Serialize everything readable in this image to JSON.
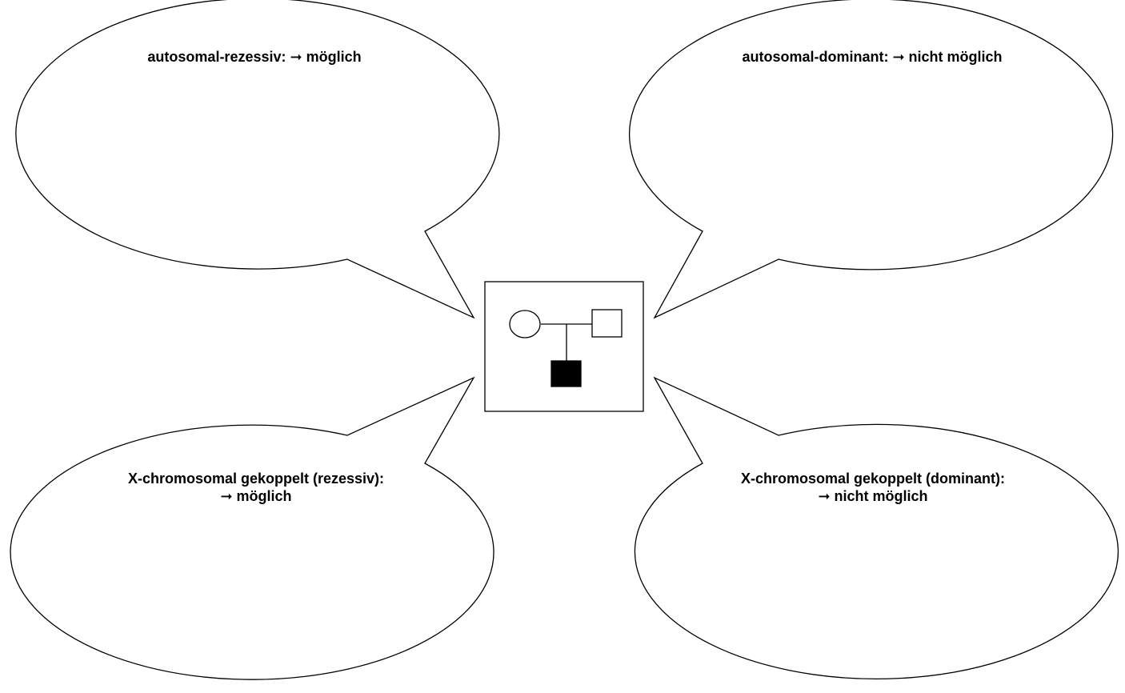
{
  "bubbles": [
    {
      "id": "autosomal-recessive",
      "lines": [
        "autosomal-rezessiv: ➞ möglich"
      ]
    },
    {
      "id": "autosomal-dominant",
      "lines": [
        "autosomal-dominant: ➞ nicht möglich"
      ]
    },
    {
      "id": "x-linked-recessive",
      "lines": [
        "X-chromosomal gekoppelt (rezessiv):",
        "➞ möglich"
      ]
    },
    {
      "id": "x-linked-dominant",
      "lines": [
        "X-chromosomal gekoppelt (dominant):",
        "➞ nicht möglich"
      ]
    }
  ],
  "pedigree": {
    "mother": {
      "shape": "circle",
      "affected": false
    },
    "father": {
      "shape": "square",
      "affected": false
    },
    "son": {
      "shape": "square",
      "affected": true
    }
  }
}
